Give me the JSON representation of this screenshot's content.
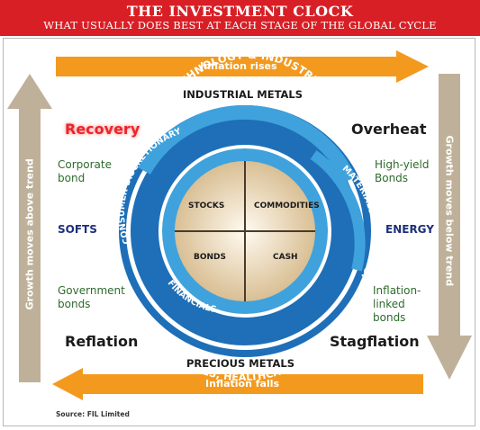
{
  "header": {
    "title": "THE INVESTMENT CLOCK",
    "subtitle": "WHAT USUALLY DOES BEST AT EACH STAGE OF THE GLOBAL CYCLE"
  },
  "arrows": {
    "top": "Inflation rises",
    "bottom": "Inflation falls",
    "left": "Growth moves above trend",
    "right": "Growth moves below trend"
  },
  "metals": {
    "top": "INDUSTRIAL METALS",
    "bottom": "PRECIOUS METALS"
  },
  "phases": {
    "recovery": "Recovery",
    "overheat": "Overheat",
    "reflation": "Reflation",
    "stagflation": "Stagflation"
  },
  "assets": {
    "recovery": [
      "Corporate",
      "bond"
    ],
    "overheat": [
      "High-yield",
      "Bonds"
    ],
    "reflation": [
      "Government",
      "bonds"
    ],
    "stagflation": [
      "Inflation-",
      "linked",
      "bonds"
    ]
  },
  "commodities": {
    "left": "SOFTS",
    "right": "ENERGY"
  },
  "quadrants": {
    "top_left": "STOCKS",
    "top_right": "COMMODITIES",
    "bottom_left": "BONDS",
    "bottom_right": "CASH"
  },
  "ring_sectors": {
    "technology": "TECHNOLOGY & INDUSTRIALS",
    "materials": "MATERIALS AND ENERGY",
    "consumer": "CONSUMER DISCRETIONARY",
    "financials": "FINANCIALS",
    "telecom": "TELECOM, STAPLES, HEALTHCARE AND UTILITIES"
  },
  "source": "Source: FIL Limited",
  "colors": {
    "banner": "#d81f26",
    "arrow_orange": "#f39a1e",
    "arrow_tan": "#bfb199",
    "ring_dark": "#1e6fb8",
    "ring_light": "#3fa2dc",
    "center": "#e6d1ae",
    "recovery": "#e8262b",
    "asset_green": "#2e6b2e",
    "commodity_blue": "#1e2f7a"
  }
}
